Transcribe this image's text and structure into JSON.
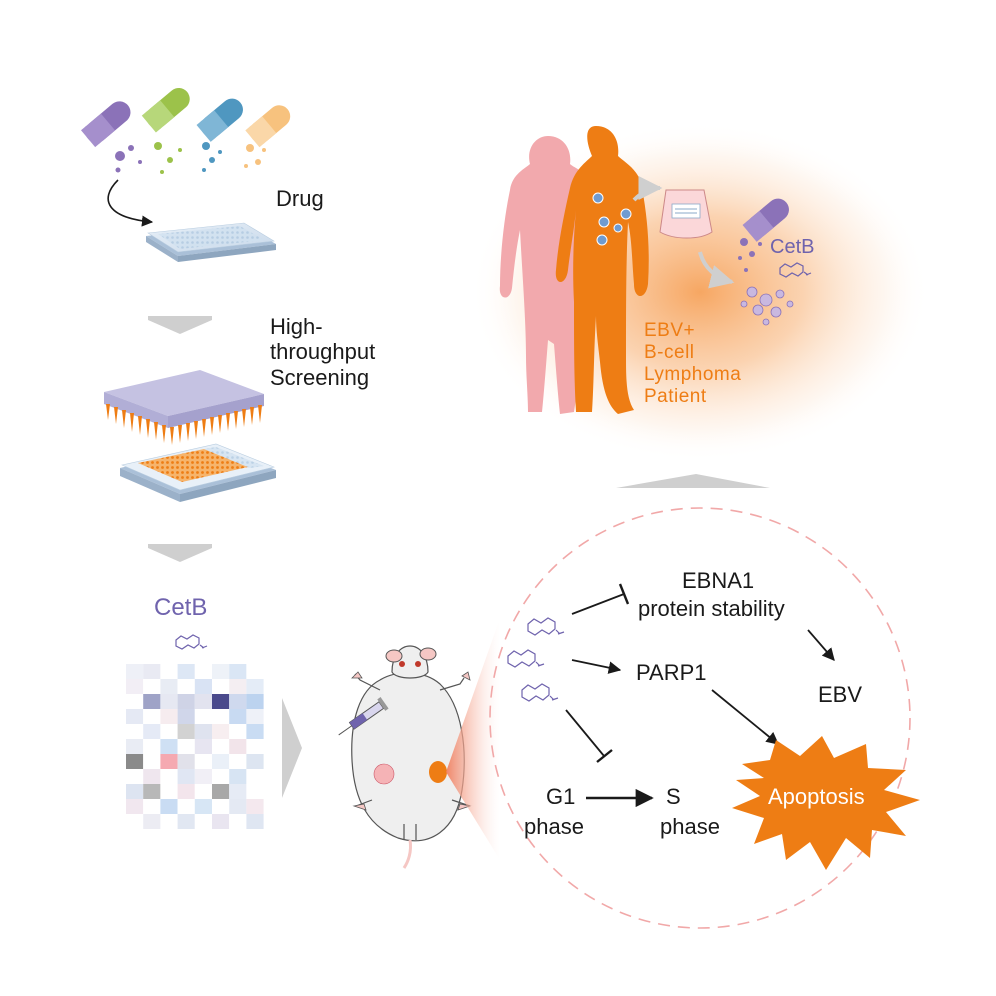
{
  "labels": {
    "drug": "Drug",
    "hts_1": "High-",
    "hts_2": "throughput",
    "hts_3": "Screening",
    "cetb_left": "CetB",
    "cetb_patient": "CetB",
    "patient_1": "EBV+",
    "patient_2": "B-cell",
    "patient_3": "Lymphoma",
    "patient_4": "Patient",
    "ebna1_1": "EBNA1",
    "ebna1_2": "protein stability",
    "parp1": "PARP1",
    "ebv": "EBV",
    "g1_1": "G1",
    "g1_2": "phase",
    "s_1": "S",
    "s_2": "phase",
    "apoptosis": "Apoptosis"
  },
  "colors": {
    "orange": "#ee7d14",
    "pink": "#f2a9ad",
    "purple": "#6f63ad",
    "capsule_purple": "#8b72b8",
    "capsule_green": "#9cc24a",
    "capsule_blue": "#4f97c0",
    "capsule_yellow": "#f7c27e",
    "arrow_gray": "#cfcfcf"
  },
  "heatmap": [
    [
      "#eef0f7",
      "#e9eaf3",
      "#ffffff",
      "#dde7f5",
      "#ffffff",
      "#eef2f8",
      "#dae6f5",
      "#ffffff"
    ],
    [
      "#f2eef5",
      "#ffffff",
      "#e8ecf4",
      "#ffffff",
      "#d9e3f4",
      "#ffffff",
      "#f4eef2",
      "#e4ecf7"
    ],
    [
      "#ffffff",
      "#9fa3c7",
      "#e6e8f2",
      "#cfd3e6",
      "#e2e3ef",
      "#4a4a8c",
      "#cfd9ee",
      "#bcd3ef"
    ],
    [
      "#e5e9f4",
      "#ffffff",
      "#f6ecef",
      "#d0d6ea",
      "#ffffff",
      "#ffffff",
      "#c8daf2",
      "#eef1f8"
    ],
    [
      "#ffffff",
      "#e5eaf6",
      "#ffffff",
      "#d2d2d2",
      "#dfe3ef",
      "#f7eef0",
      "#ffffff",
      "#c9dcf3"
    ],
    [
      "#e9ecf4",
      "#ffffff",
      "#cfe0f4",
      "#ffffff",
      "#e7e5f1",
      "#ffffff",
      "#f2e4ea",
      "#ffffff"
    ],
    [
      "#8a8a8a",
      "#ffffff",
      "#f5a9b1",
      "#e1e1ea",
      "#ffffff",
      "#eaf0f8",
      "#ffffff",
      "#dde5f1"
    ],
    [
      "#ffffff",
      "#efe6ee",
      "#ffffff",
      "#e0e6f3",
      "#f1eff6",
      "#ffffff",
      "#d7e4f3",
      "#ffffff"
    ],
    [
      "#dde4f1",
      "#b8b8b8",
      "#ffffff",
      "#f3e5ec",
      "#ffffff",
      "#a8a8a8",
      "#e6ebf5",
      "#ffffff"
    ],
    [
      "#f1e7ef",
      "#ffffff",
      "#c9dcf3",
      "#ffffff",
      "#d7e6f5",
      "#ffffff",
      "#e4e9f3",
      "#f4e8ee"
    ],
    [
      "#ffffff",
      "#ececf3",
      "#ffffff",
      "#e1e7f2",
      "#ffffff",
      "#e9e5f0",
      "#ffffff",
      "#dfe6f2"
    ]
  ]
}
